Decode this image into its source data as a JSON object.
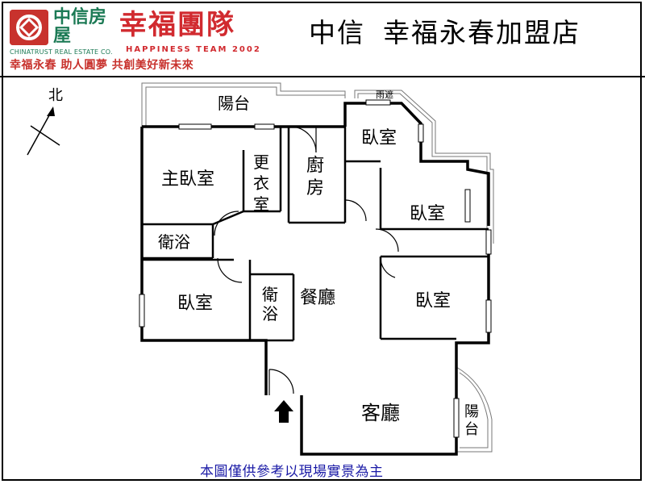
{
  "header": {
    "brand_cn": "中信房屋",
    "brand_en": "CHINATRUST REAL ESTATE CO.",
    "team_name": "幸福團隊",
    "team_en": "HAPPINESS TEAM 2002",
    "slogan": "幸福永春 助人圓夢 共創美好新未來",
    "store_prefix": "中信",
    "store_name": "幸福永春加盟店"
  },
  "compass": {
    "label": "北"
  },
  "rooms": {
    "balcony_top": "陽台",
    "canopy": "雨遮",
    "master_bedroom": "主臥室",
    "walk_in_closet": "更衣室",
    "kitchen": "廚房",
    "bedroom_ne": "臥室",
    "bedroom_e": "臥室",
    "master_bath": "衛浴",
    "bedroom_sw": "臥室",
    "bath_center": "衛浴",
    "dining": "餐廳",
    "bedroom_se": "臥室",
    "living": "客廳",
    "balcony_right": "陽台"
  },
  "footer": {
    "disclaimer": "本圖僅供參考以現場實景為主"
  },
  "colors": {
    "brand_green": "#1c7a55",
    "brand_red": "#d12a2f",
    "footer_blue": "#1a1aa6"
  }
}
